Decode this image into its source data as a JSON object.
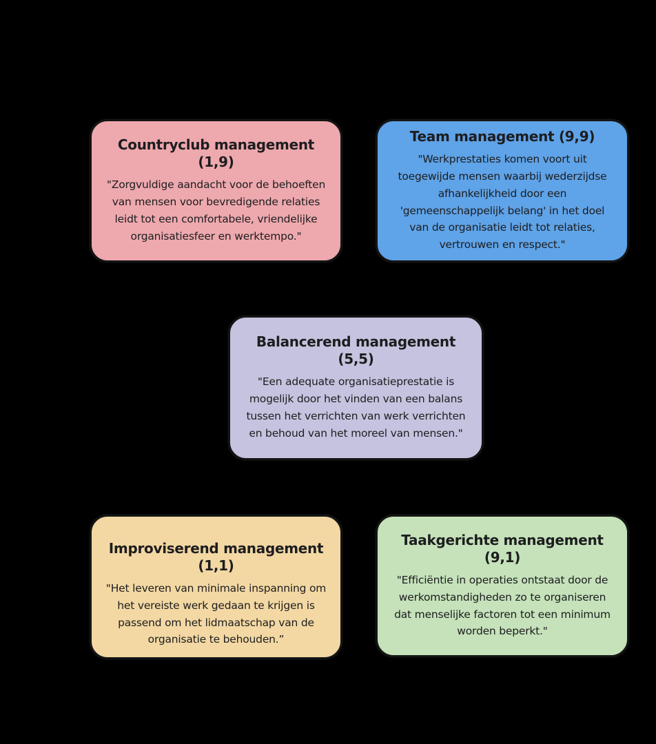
{
  "canvas": {
    "background": "#000000"
  },
  "palette": {
    "text": "#1d1d1f",
    "border": "#141414",
    "countryclub_fill": "#EEA9AE",
    "team_fill": "#5FA3E8",
    "balancerend_fill": "#C5C3DF",
    "improviserend_fill": "#F3D8A3",
    "taakgerichte_fill": "#C5E2BA"
  },
  "diagram": {
    "boxes": [
      {
        "title": "Countryclub management (1,9)",
        "body": "\"Zorgvuldige aandacht voor de behoeften van mensen voor bevredigende relaties leidt tot een comfortabele, vriendelijke organisatiesfeer en werktempo.\"",
        "color": "#EEA9AE"
      },
      {
        "title": "Team management (9,9)",
        "body": "\"Werkprestaties komen voort uit toegewijde mensen waarbij wederzijdse afhankelijkheid door een 'gemeenschappelijk belang' in het doel van de organisatie leidt tot relaties, vertrouwen en respect.\"",
        "color": "#5FA3E8"
      },
      {
        "title": "Balancerend management (5,5)",
        "body": "\"Een adequate organisatieprestatie is mogelijk door het vinden van een balans tussen het verrichten van werk verrichten en behoud van het moreel van mensen.\"",
        "color": "#C5C3DF"
      },
      {
        "title": "Improviserend management (1,1)",
        "body": "\"Het leveren van minimale inspanning om het vereiste werk gedaan te krijgen is passend om het lidmaatschap van de organisatie te behouden.”",
        "color": "#F3D8A3"
      },
      {
        "title": "Taakgerichte management (9,1)",
        "body": "\"Efficiëntie in operaties ontstaat door de werkomstandigheden zo te organiseren dat menselijke factoren tot een minimum worden beperkt.\"",
        "color": "#C5E2BA"
      }
    ]
  }
}
